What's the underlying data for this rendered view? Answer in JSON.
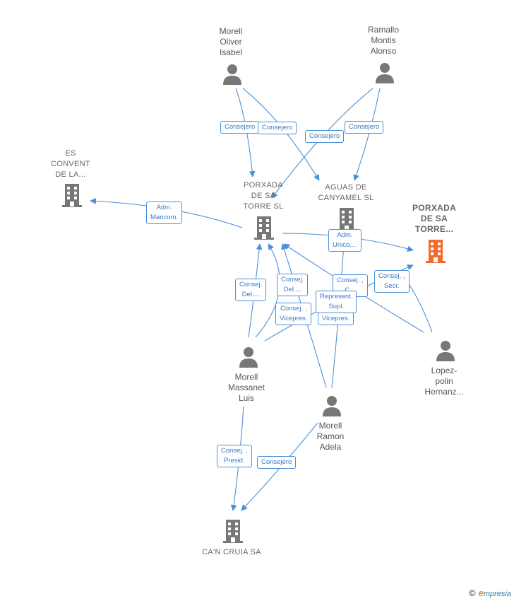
{
  "persons": {
    "morell_oliver": {
      "label": "Morell\nOliver\nIsabel"
    },
    "ramallo": {
      "label": "Ramallo\nMontis\nAlonso"
    },
    "morell_massanet": {
      "label": "Morell\nMassanet\nLuis"
    },
    "morell_ramon": {
      "label": "Morell\nRamon\nAdela"
    },
    "lopez": {
      "label": "Lopez-\npolin\nHernanz..."
    }
  },
  "companies": {
    "es_convent": {
      "label": "ES\nCONVENT\nDE LA..."
    },
    "porxada_sl": {
      "label": "PORXADA\nDE SA\nTORRE SL"
    },
    "aguas": {
      "label": "AGUAS DE\nCANYAMEL SL"
    },
    "porxada_focus": {
      "label": "PORXADA\nDE SA\nTORRE...",
      "color": "#f26b2e"
    },
    "can_cruia": {
      "label": "CA'N CRUIA SA"
    }
  },
  "edges": {
    "e1": "Consejero",
    "e2": "Consejero",
    "e3": "Consejero",
    "e4": "Consejero",
    "e5": "Adm.\nMancom.",
    "e6": "Adm.\nUnico,...",
    "e7": "Consej.\nDel....",
    "e8": "Consej.\nDel....",
    "e9": "Consej. ,\nC...",
    "e10": "Consej. ,\nSecr.",
    "e11": "Consej. ,\nVicepres.",
    "e12": "Consej. ,\nVicepres.",
    "e13": "Represent.\nSupl.",
    "e14": "Consej. ,\nPresid.",
    "e15": "Consejero"
  },
  "colors": {
    "edge": "#4a90d9",
    "icon_gray": "#777777",
    "focus": "#f26b2e"
  },
  "footer": {
    "copyright": "©",
    "brand_e": "e",
    "brand_rest": "mpresia"
  }
}
